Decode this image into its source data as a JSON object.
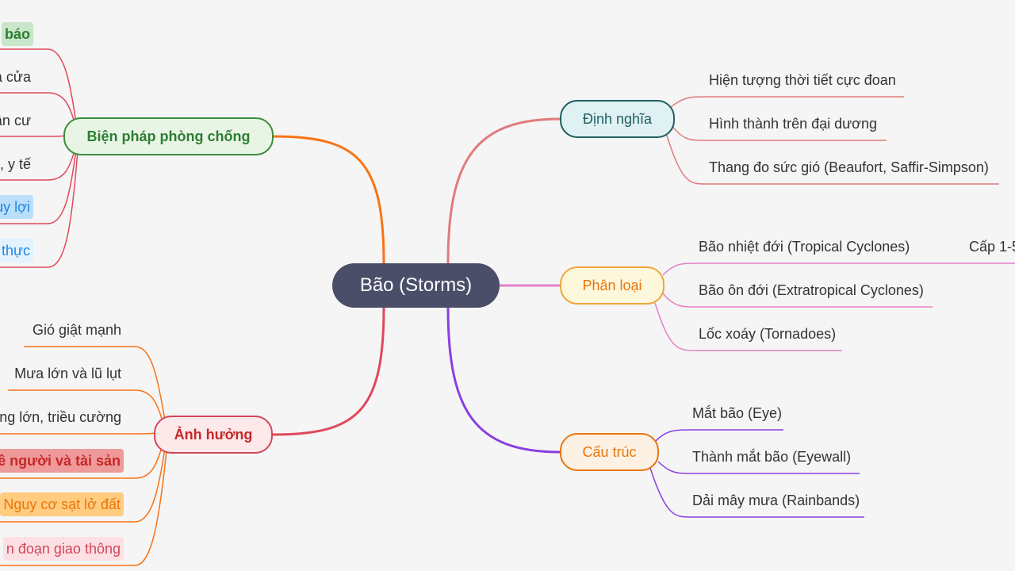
{
  "central": {
    "label": "Bão (Storms)"
  },
  "branches": {
    "dinh_nghia": {
      "label": "Định nghĩa",
      "color": "#e07b7b",
      "children": [
        "Hiện tượng thời tiết cực đoan",
        "Hình thành trên đại dương",
        "Thang đo sức gió (Beaufort, Saffir-Simpson)"
      ]
    },
    "phan_loai": {
      "label": "Phân loại",
      "color": "#e480c4",
      "children": [
        "Bão nhiệt đới (Tropical Cyclones)",
        "Bão ôn đới (Extratropical Cyclones)",
        "Lốc xoáy (Tornadoes)"
      ],
      "sub": "Cấp 1-5"
    },
    "cau_truc": {
      "label": "Cấu trúc",
      "color": "#8a3fe0",
      "children": [
        "Mắt bão (Eye)",
        "Thành mắt bão (Eyewall)",
        "Dải mây mưa (Rainbands)"
      ]
    },
    "bien_phap": {
      "label": "Biện pháp phòng chống",
      "color": "#f97316",
      "children": [
        "báo",
        "à cửa",
        "ân cư",
        ", y tế",
        "uy lợi",
        "thực"
      ]
    },
    "anh_huong": {
      "label": "Ảnh hưởng",
      "color": "#e0485c",
      "children": [
        "Gió giật mạnh",
        "Mưa lớn và lũ lụt",
        "ng lớn, triều cường",
        "ề người và tài sản",
        "Nguy cơ sạt lở đất",
        "n đoạn giao thông"
      ]
    }
  },
  "colors": {
    "background": "#f5f5f5",
    "central": "#4a4e69",
    "def_fill": "#e0f1f4",
    "def_border": "#1f5f5f",
    "def_text": "#1f5f5f",
    "cls_fill": "#fdf7dc",
    "cls_border": "#f0a63a",
    "cls_text": "#e8760c",
    "str_fill": "#fdf1e4",
    "str_border": "#e8760c",
    "str_text": "#e8760c",
    "prev_fill": "#e8f5e5",
    "prev_border": "#3c8c3c",
    "prev_text": "#2e7d32",
    "imp_fill": "#fde8ea",
    "imp_border": "#d0475a",
    "imp_text": "#c62828",
    "left_edges_top": "#e04a5a",
    "left_edges_bottom": "#f97316"
  }
}
